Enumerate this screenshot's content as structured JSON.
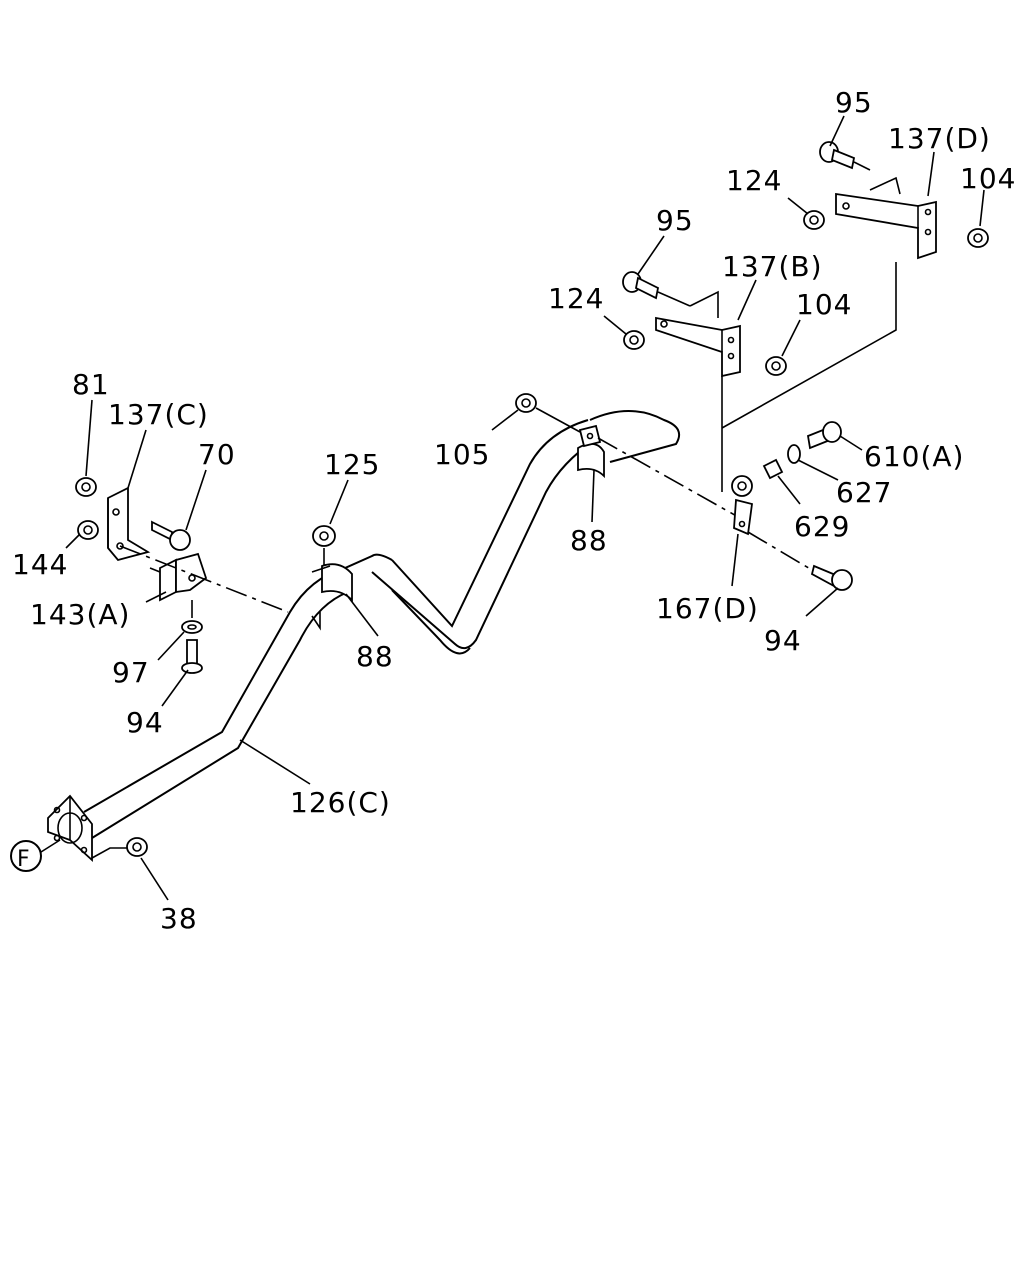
{
  "labels": {
    "l95a": "95",
    "l137d": "137(D)",
    "l124a": "124",
    "l104a": "104",
    "l95b": "95",
    "l137b": "137(B)",
    "l124b": "124",
    "l104b": "104",
    "l81": "81",
    "l137c": "137(C)",
    "l70": "70",
    "l125": "125",
    "l105": "105",
    "l610a": "610(A)",
    "l627": "627",
    "l629": "629",
    "l88a": "88",
    "l144": "144",
    "l143a": "143(A)",
    "l88b": "88",
    "l167d": "167(D)",
    "l94a": "94",
    "l97": "97",
    "l94b": "94",
    "l126c": "126(C)",
    "l38": "38",
    "lF": "F"
  }
}
